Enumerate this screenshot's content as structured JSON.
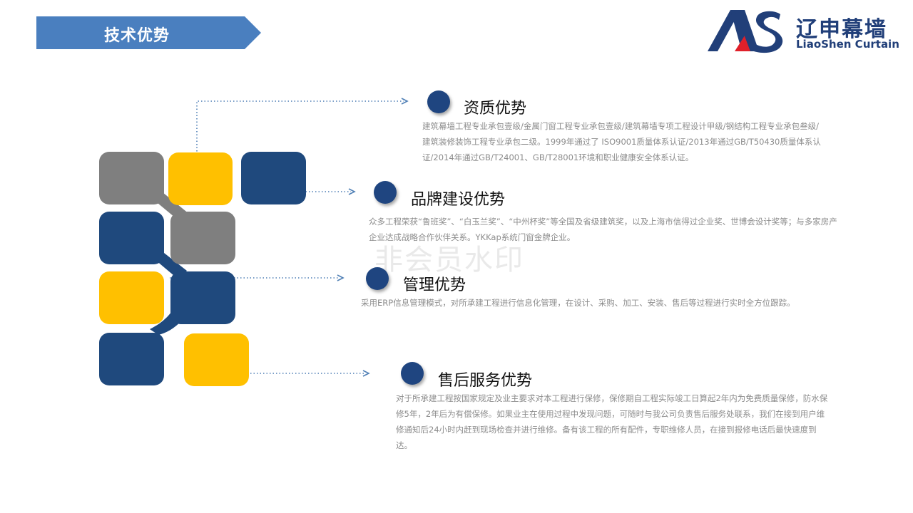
{
  "header": {
    "title": "技术优势",
    "banner_color": "#4a7fbf"
  },
  "logo": {
    "name_cn": "辽申幕墙",
    "name_en": "LiaoShen Curtain",
    "icon": "liaoshen-logo-mark",
    "primary_color": "#213f79",
    "accent_color": "#e0202a"
  },
  "watermark": "非会员水印",
  "colors": {
    "navy": "#1f497d",
    "gray": "#7f7f7f",
    "yellow": "#ffc000",
    "connector": "#4f7fb5"
  },
  "advantages": [
    {
      "title": "资质优势",
      "body": "建筑幕墙工程专业承包壹级/金属门窗工程专业承包壹级/建筑幕墙专项工程设计甲级/钢结构工程专业承包叁级/建筑装修装饰工程专业承包二级。1999年通过了 ISO9001质量体系认证/2013年通过GB/T50430质量体系认证/2014年通过GB/T24001、GB/T28001环境和职业健康安全体系认证。"
    },
    {
      "title": "品牌建设优势",
      "body": "众多工程荣获“鲁班奖”、“白玉兰奖”、“中州杯奖”等全国及省级建筑奖，以及上海市信得过企业奖、世博会设计奖等；与多家房产企业达成战略合作伙伴关系。YKKap系统门窗金牌企业。"
    },
    {
      "title": "管理优势",
      "body": "采用ERP信息管理模式，对所承建工程进行信息化管理，在设计、采购、加工、安装、售后等过程进行实时全方位跟踪。"
    },
    {
      "title": "售后服务优势",
      "body": "对于所承建工程按国家规定及业主要求对本工程进行保修，保修期自工程实际竣工日算起2年内为免费质量保修，防水保修5年，2年后为有偿保修。如果业主在使用过程中发现问题，可随时与我公司负责售后服务处联系，我们在接到用户维修通知后24小时内赶到现场检查并进行维修。备有该工程的所有配件，专职维修人员，在接到报修电话后最快速度到达。"
    }
  ]
}
